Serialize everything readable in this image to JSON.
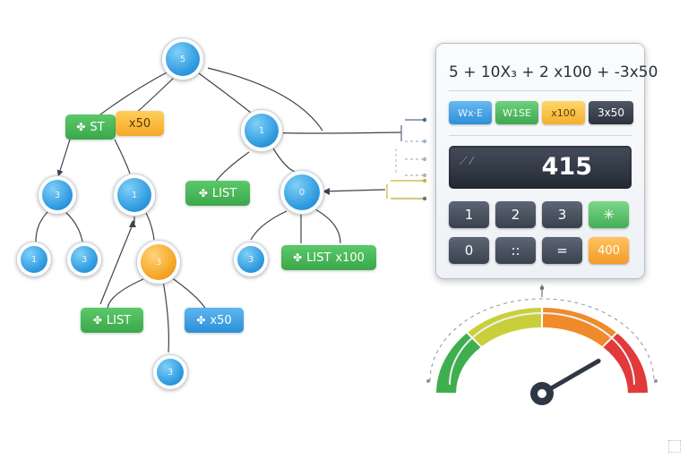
{
  "tree": {
    "root": "5",
    "left_node": "3",
    "left_mid_node": "1",
    "leaf_left_1": "1",
    "leaf_left_2": "3",
    "orange_node": "3",
    "bottom_leaf": "3",
    "right_node": "1",
    "right_mid_node": "0",
    "right_leaf": "3"
  },
  "tags": {
    "st": {
      "icon": "flower-icon",
      "glyph": "✤",
      "label": "ST"
    },
    "x50_yellow": {
      "label": "x50"
    },
    "list_top": {
      "icon": "flower-icon",
      "glyph": "✤",
      "label": "LIST"
    },
    "list_x100": {
      "icon": "flower-icon",
      "glyph": "✤",
      "label": "LIST",
      "suffix": "x100"
    },
    "list_bottom": {
      "icon": "flower-icon",
      "glyph": "✤",
      "label": "LIST"
    },
    "x50_blue": {
      "icon": "flower-icon",
      "glyph": "✤",
      "label": "x50"
    }
  },
  "calculator": {
    "expression": "5 + 10X₃ + 2 x100 + -3x50",
    "functions": [
      {
        "label": "Wx·E",
        "color": "blue"
      },
      {
        "label": "W1SE",
        "color": "green"
      },
      {
        "label": "x100",
        "color": "yellow"
      },
      {
        "label": "3x50",
        "color": "dark"
      }
    ],
    "display": {
      "value": "415",
      "glare": "⟋ ⁄"
    },
    "keys": [
      "1",
      "2",
      "3",
      "✳",
      "0",
      "::",
      "=",
      "400"
    ]
  },
  "gauge": {
    "level": 0.8,
    "segments": [
      {
        "color": "#3fae4e"
      },
      {
        "color": "#c9cf3a"
      },
      {
        "color": "#f08a2a"
      },
      {
        "color": "#e03a3a"
      }
    ]
  },
  "colors": {
    "blue_node": "#2f9ae0",
    "orange_node": "#f6a623",
    "green_tag": "#3aa74b",
    "dark_key": "#3a414e"
  }
}
